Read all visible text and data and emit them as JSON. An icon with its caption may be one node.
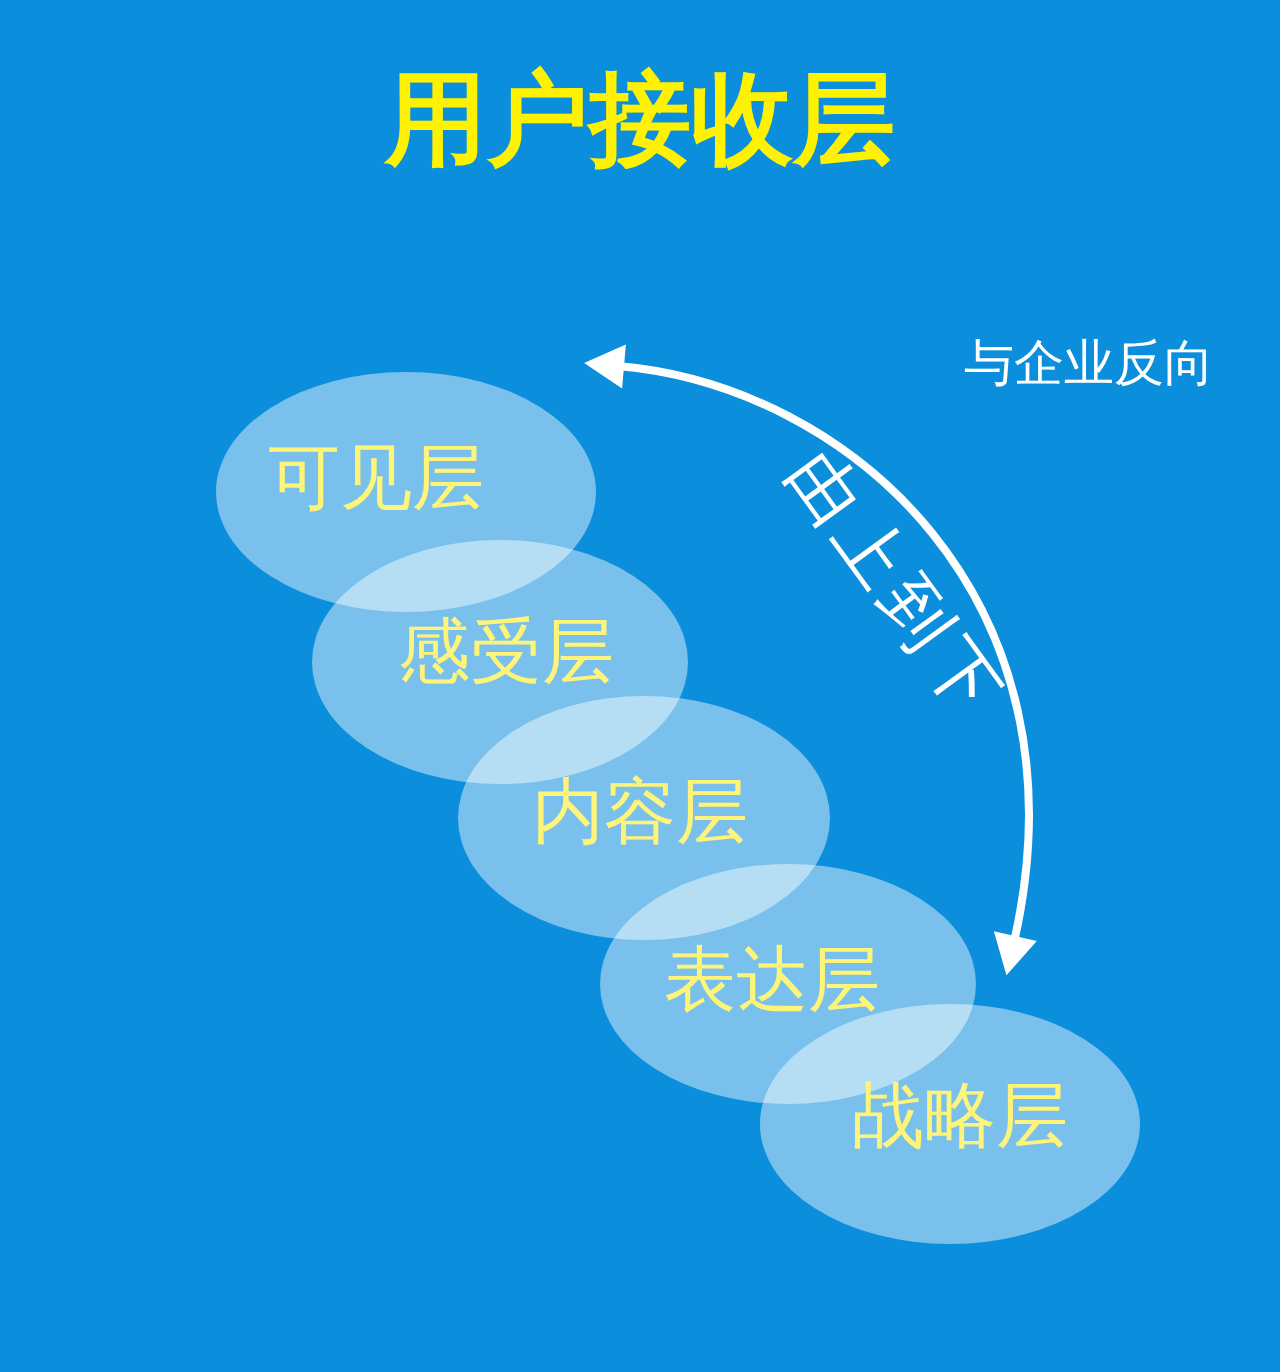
{
  "diagram": {
    "title": "用户接收层",
    "nodes": [
      {
        "text": [
          "可见层"
        ]
      },
      {
        "text": [
          "感受层"
        ]
      },
      {
        "text": [
          "内容层"
        ]
      },
      {
        "text": [
          "表达层"
        ]
      },
      {
        "text": [
          "战略层"
        ]
      }
    ],
    "labels": [
      "由上到下",
      "与企业反向"
    ]
  }
}
